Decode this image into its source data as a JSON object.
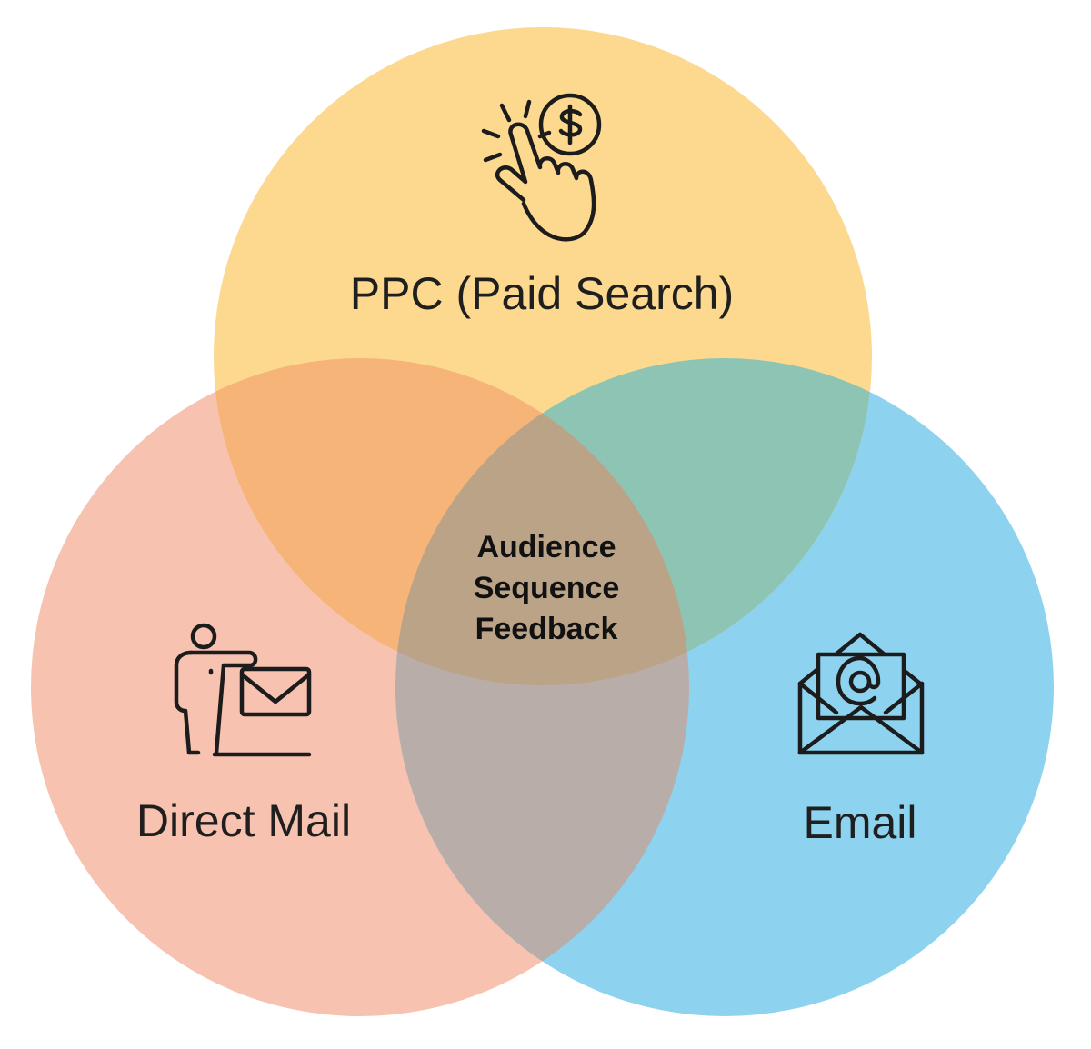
{
  "diagram": {
    "type": "venn",
    "sets": [
      {
        "id": "ppc",
        "label": "PPC (Paid Search)",
        "icon": "hand-click-dollar-icon",
        "color": "#FCD98F"
      },
      {
        "id": "direct-mail",
        "label": "Direct Mail",
        "icon": "person-mailbox-icon",
        "color": "#F7C2B0"
      },
      {
        "id": "email",
        "label": "Email",
        "icon": "open-envelope-at-icon",
        "color": "#8DD3EF"
      }
    ],
    "overlaps": {
      "ppc_direct_mail": "#F6B478",
      "ppc_email": "#8DC4B4",
      "direct_mail_email": "#B9ADA9",
      "all_three": "#BAA386"
    },
    "center": {
      "line1": "Audience",
      "line2": "Sequence",
      "line3": "Feedback"
    }
  }
}
